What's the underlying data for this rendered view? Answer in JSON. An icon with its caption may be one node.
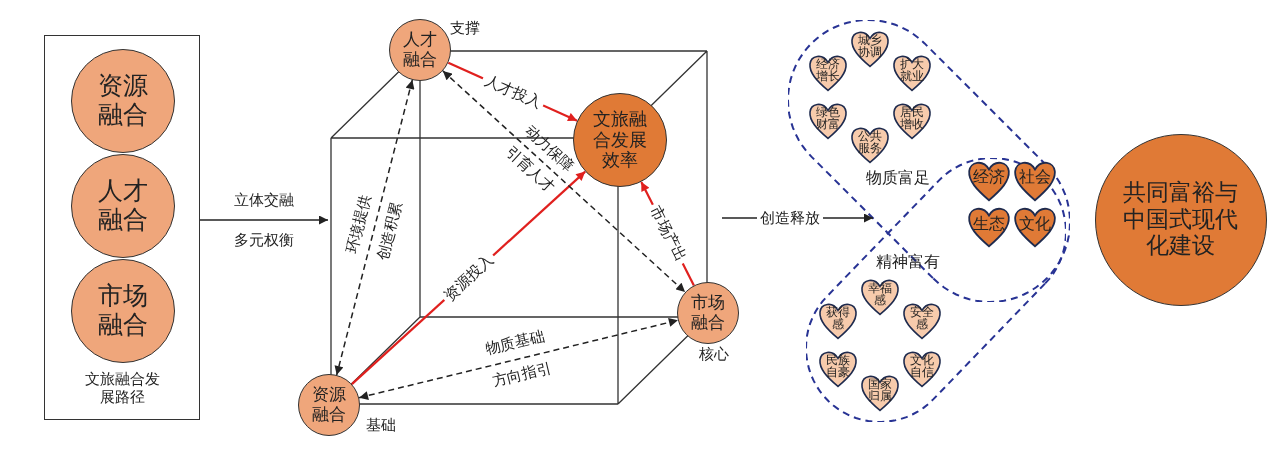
{
  "diagram": {
    "nodes": [
      {
        "text": [
          "文旅融合发展路径"
        ]
      },
      {
        "text": [
          "资源融合"
        ],
        "in": 0
      },
      {
        "text": [
          "人才融合"
        ],
        "in": 0
      },
      {
        "text": [
          "市场融合"
        ],
        "in": 0
      },
      {
        "text": [
          "人才融合"
        ],
        "beside": [
          "支撑"
        ]
      },
      {
        "text": [
          "文旅融合发展效率"
        ]
      },
      {
        "text": [
          "资源融合"
        ],
        "beside": [
          "基础"
        ]
      },
      {
        "text": [
          "市场融合"
        ],
        "beside": [
          "核心"
        ]
      },
      {
        "text": [
          "物质富足"
        ]
      },
      {
        "text": [
          "经济增长"
        ],
        "in": 8
      },
      {
        "text": [
          "城乡协调"
        ],
        "in": 8
      },
      {
        "text": [
          "扩大就业"
        ],
        "in": 8
      },
      {
        "text": [
          "居民增收"
        ],
        "in": 8
      },
      {
        "text": [
          "公共服务"
        ],
        "in": 8
      },
      {
        "text": [
          "绿色财富"
        ],
        "in": 8
      },
      {
        "text": [
          "经济"
        ]
      },
      {
        "text": [
          "社会"
        ]
      },
      {
        "text": [
          "生态"
        ]
      },
      {
        "text": [
          "文化"
        ]
      },
      {
        "text": [
          "精神富有"
        ]
      },
      {
        "text": [
          "获得感"
        ],
        "in": 19
      },
      {
        "text": [
          "幸福感"
        ],
        "in": 19
      },
      {
        "text": [
          "安全感"
        ],
        "in": 19
      },
      {
        "text": [
          "文化自信"
        ],
        "in": 19
      },
      {
        "text": [
          "国家归属"
        ],
        "in": 19
      },
      {
        "text": [
          "民族自豪"
        ],
        "in": 19
      },
      {
        "text": [
          "共同富裕与中国式现代化建设"
        ]
      }
    ],
    "edges": [
      {
        "from": 0,
        "to": null,
        "label": "立体交融",
        "arrow": "to"
      },
      {
        "from": 4,
        "to": 5,
        "label": "人才投入",
        "arrow": "to",
        "color": "#e0201e"
      },
      {
        "from": 6,
        "to": 5,
        "label": "资源投入",
        "arrow": "to",
        "color": "#e0201e"
      },
      {
        "from": 7,
        "to": 5,
        "label": "市场产出",
        "arrow": "to",
        "color": "#e0201e"
      },
      {
        "from": 4,
        "to": 6,
        "label": "环境提供",
        "arrow": "both",
        "style": "dashed"
      },
      {
        "from": 4,
        "to": 7,
        "label": "动力保障",
        "arrow": "both",
        "style": "dashed"
      },
      {
        "from": 6,
        "to": 7,
        "label": "物质基础",
        "arrow": "both",
        "style": "dashed"
      },
      {
        "from": null,
        "to": 8,
        "label": "创造释放",
        "arrow": "to"
      }
    ],
    "labels": [
      "多元权衡",
      "创造积累",
      "引育人才",
      "方向指引"
    ]
  }
}
